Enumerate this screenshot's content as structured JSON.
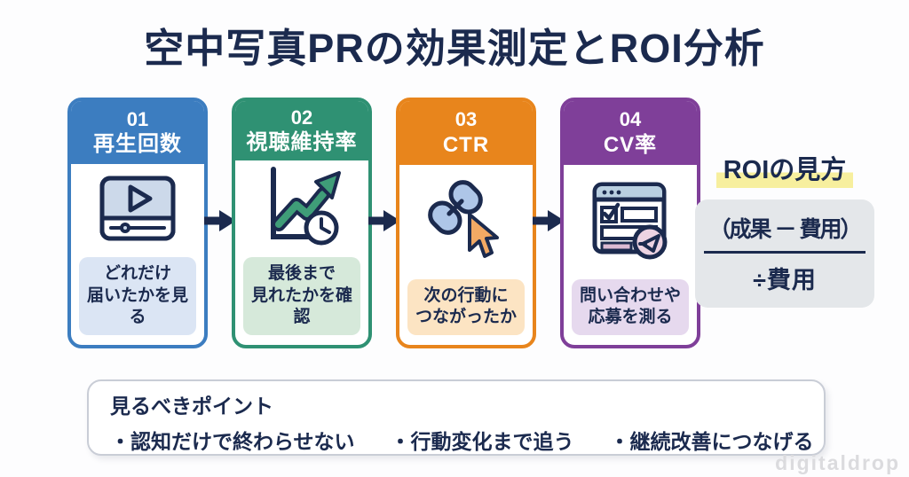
{
  "title": "空中写真PRの効果測定とROI分析",
  "colors": {
    "navy_text": "#1b2a4e",
    "step1_blue": "#3c7dc0",
    "step1_light": "#dbe5f4",
    "step2_green": "#2f9173",
    "step2_light": "#d6e9da",
    "step3_orange": "#e8851c",
    "step3_light": "#fce4c3",
    "step4_purple": "#7f3f99",
    "step4_light": "#e6d9ee",
    "roi_highlight_yellow": "#f7ef9e",
    "roi_box_gray": "#e4e7ea"
  },
  "steps": [
    {
      "number": "01",
      "label": "再生回数",
      "caption_line1": "どれだけ",
      "caption_line2": "届いたかを見る",
      "icon": "video-player-icon",
      "color": "#3c7dc0",
      "light": "#dbe5f4"
    },
    {
      "number": "02",
      "label": "視聴維持率",
      "caption_line1": "最後まで",
      "caption_line2": "見れたかを確認",
      "icon": "growth-chart-clock-icon",
      "color": "#2f9173",
      "light": "#d6e9da"
    },
    {
      "number": "03",
      "label": "CTR",
      "caption_line1": "次の行動に",
      "caption_line2": "つながったか",
      "icon": "link-cursor-icon",
      "color": "#e8851c",
      "light": "#fce4c3"
    },
    {
      "number": "04",
      "label": "CV率",
      "caption_line1": "問い合わせや",
      "caption_line2": "応募を測る",
      "icon": "form-submit-icon",
      "color": "#7f3f99",
      "light": "#e6d9ee"
    }
  ],
  "roi": {
    "heading": "ROIの見方",
    "numerator": "（成果 － 費用）",
    "denominator": "÷費用"
  },
  "points": {
    "heading": "見るべきポイント",
    "items": [
      "・認知だけで終わらせない",
      "・行動変化まで追う",
      "・継続改善につなげる"
    ]
  },
  "watermark": "digitaldrop"
}
